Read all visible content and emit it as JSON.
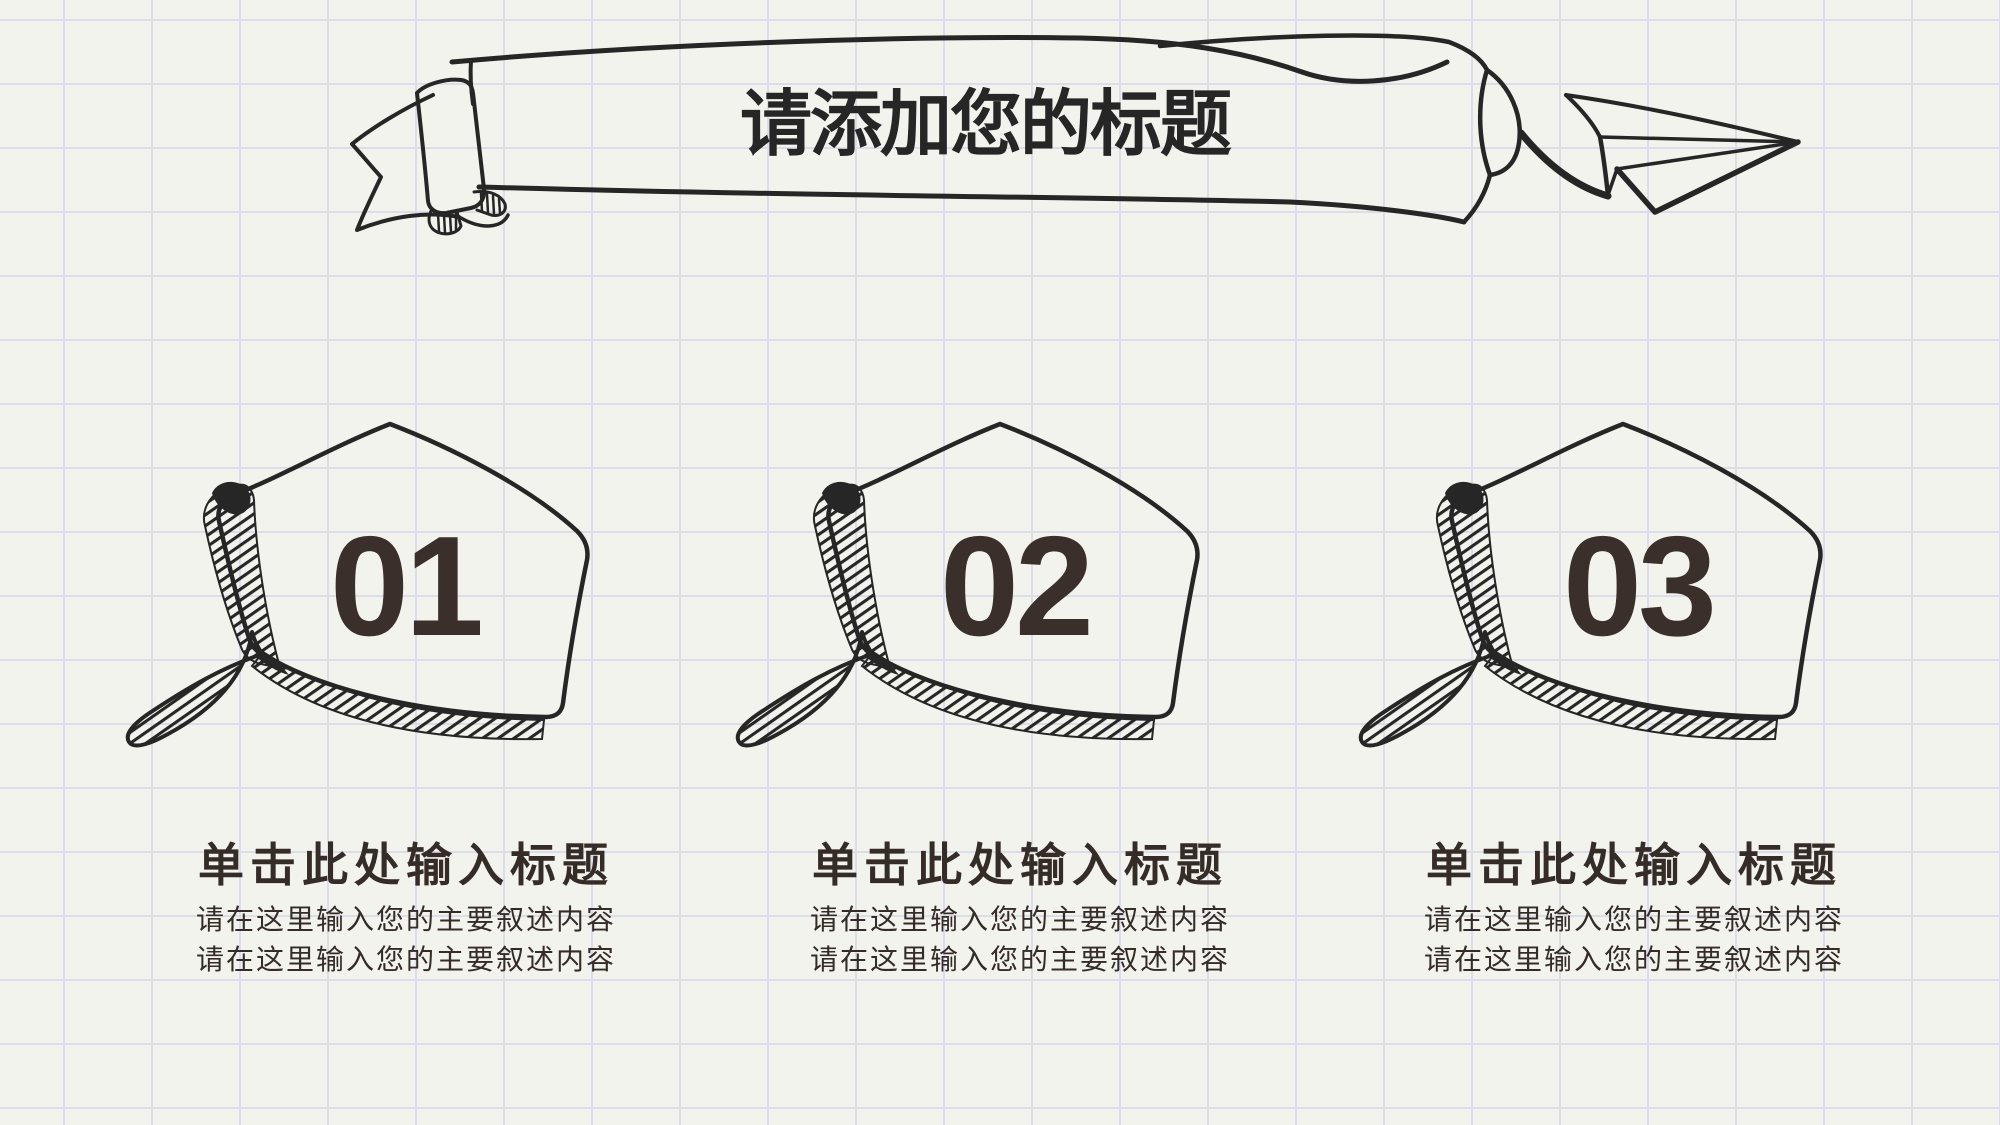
{
  "slide": {
    "background_color": "#f3f3ee",
    "grid_color": "#dcdcea",
    "ink_color": "#262626",
    "number_color": "#3a2f2b",
    "text_color": "#352b27",
    "decorations": [
      "ribbon-banner-icon",
      "paper-airplane-icon",
      "speech-bubble-pentagon-icon"
    ]
  },
  "header": {
    "title": "请添加您的标题"
  },
  "items": [
    {
      "number": "01",
      "title": "单击此处输入标题",
      "line1": "请在这里输入您的主要叙述内容",
      "line2": "请在这里输入您的主要叙述内容"
    },
    {
      "number": "02",
      "title": "单击此处输入标题",
      "line1": "请在这里输入您的主要叙述内容",
      "line2": "请在这里输入您的主要叙述内容"
    },
    {
      "number": "03",
      "title": "单击此处输入标题",
      "line1": "请在这里输入您的主要叙述内容",
      "line2": "请在这里输入您的主要叙述内容"
    }
  ]
}
